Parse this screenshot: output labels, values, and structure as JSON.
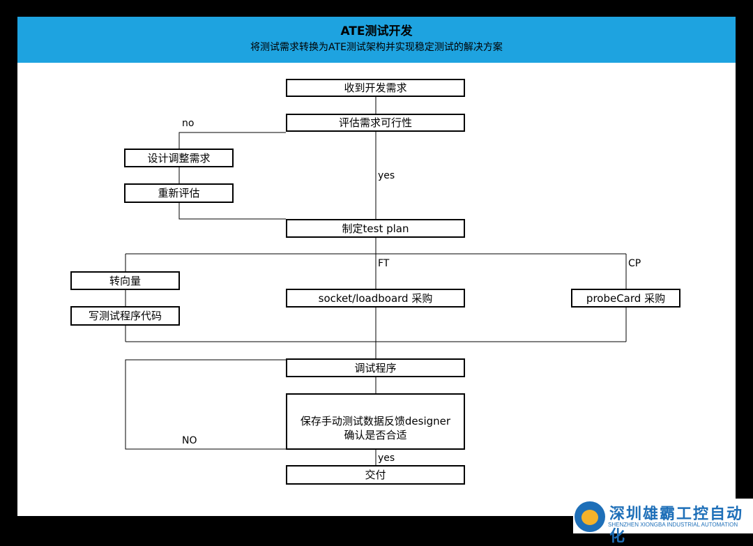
{
  "header": {
    "title": "ATE测试开发",
    "subtitle": "将测试需求转换为ATE测试架构并实现稳定测试的解决方案"
  },
  "nodes": {
    "receive": "收到开发需求",
    "evaluate": "评估需求可行性",
    "adjust": "设计调整需求",
    "reevaluate": "重新评估",
    "plan": "制定test plan",
    "vector": "转向量",
    "write_code": "写测试程序代码",
    "socket": "socket/loadboard 采购",
    "probecard": "probeCard 采购",
    "debug": "调试程序",
    "save_line1": "保存手动测试数据反馈designer",
    "save_line2": "确认是否合适",
    "deliver": "交付"
  },
  "edge_labels": {
    "no": "no",
    "yes1": "yes",
    "ft": "FT",
    "cp": "CP",
    "NO": "NO",
    "yes2": "yes"
  },
  "logo": {
    "cn": "深圳雄霸工控自动化",
    "en": "SHENZHEN XIONGBA INDUSTRIAL AUTOMATION"
  }
}
